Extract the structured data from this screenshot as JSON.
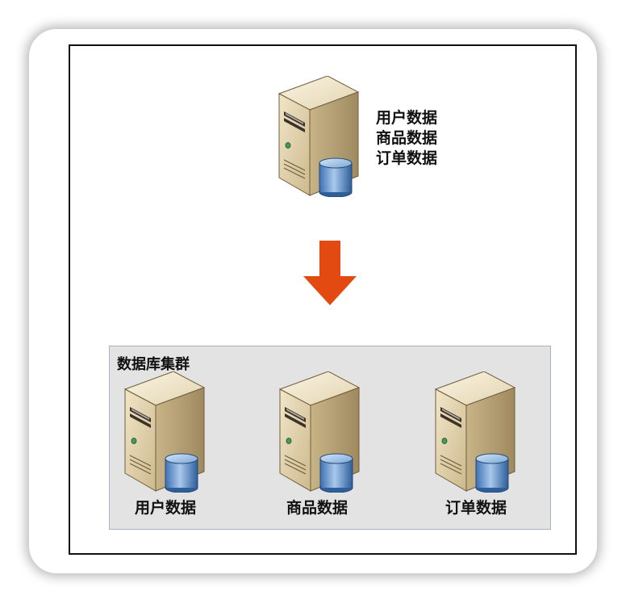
{
  "top": {
    "labels": [
      "用户数据",
      "商品数据",
      "订单数据"
    ]
  },
  "cluster": {
    "title": "数据库集群",
    "nodes": [
      {
        "label": "用户数据"
      },
      {
        "label": "商品数据"
      },
      {
        "label": "订单数据"
      }
    ]
  },
  "colors": {
    "arrow": "#e24a12",
    "server_face": "#e6d8b6",
    "server_side": "#b7a47a",
    "server_top": "#f3ead3",
    "database": "#6d9bd0",
    "cluster_bg": "#e3e3e3"
  }
}
